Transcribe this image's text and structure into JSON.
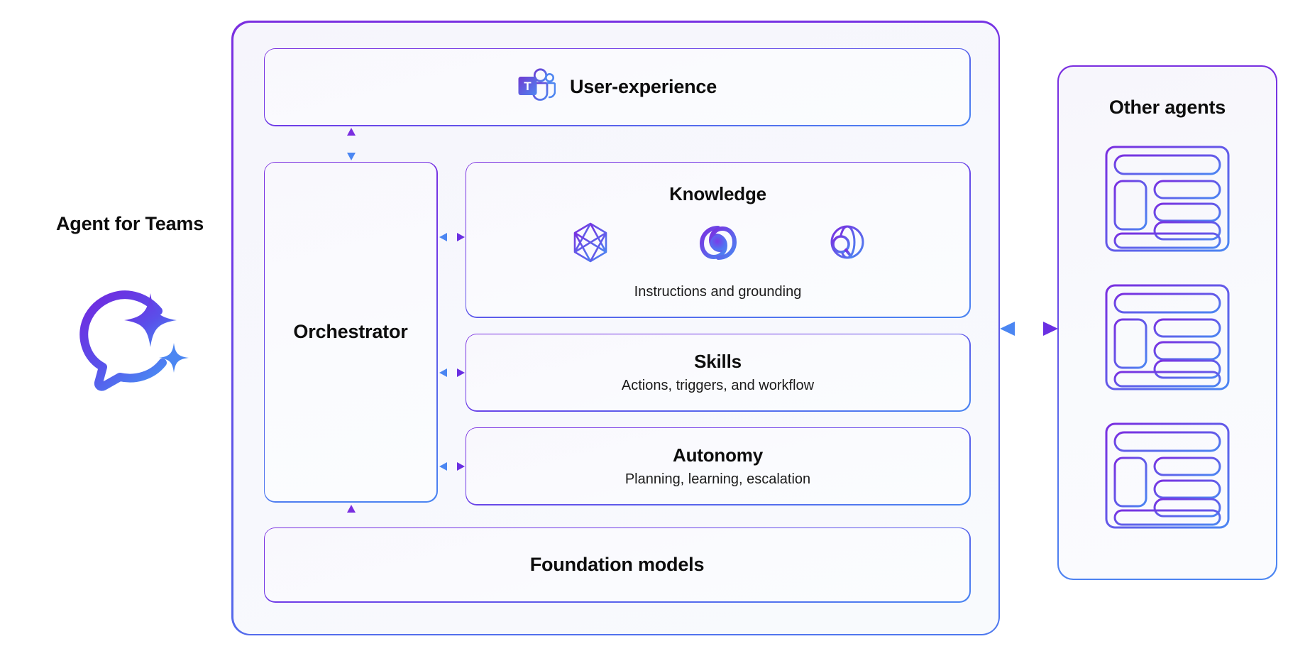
{
  "left": {
    "title": "Agent for Teams",
    "logo_icon": "copilot-agent-sparkle-icon"
  },
  "container": {
    "name": "agent-for-teams-architecture",
    "accent_purple": "#7a2ee0",
    "accent_blue": "#4b86f2",
    "background": "#f8f9fd"
  },
  "user_experience": {
    "title": "User-experience",
    "icon": "microsoft-teams-icon"
  },
  "orchestrator": {
    "title": "Orchestrator"
  },
  "knowledge": {
    "title": "Knowledge",
    "subtitle": "Instructions and grounding",
    "icons": [
      {
        "name": "knowledge-graph-polyhedron-icon"
      },
      {
        "name": "copilot-swirl-icon"
      },
      {
        "name": "web-search-globe-icon"
      }
    ]
  },
  "skills": {
    "title": "Skills",
    "subtitle": "Actions, triggers, and workflow"
  },
  "autonomy": {
    "title": "Autonomy",
    "subtitle": "Planning, learning, escalation"
  },
  "foundation": {
    "title": "Foundation models"
  },
  "other_agents": {
    "title": "Other agents",
    "cards": [
      {
        "name": "agent-card-1"
      },
      {
        "name": "agent-card-2"
      },
      {
        "name": "agent-card-3"
      }
    ]
  },
  "connectors": {
    "ux_to_orchestrator": "bidirectional-vertical-arrow",
    "orchestrator_to_foundation": "bidirectional-vertical-arrow",
    "orchestrator_to_knowledge": "bidirectional-horizontal-arrow",
    "orchestrator_to_skills": "bidirectional-horizontal-arrow",
    "orchestrator_to_autonomy": "bidirectional-horizontal-arrow",
    "agent_to_other_agents": "bidirectional-dashed-arrow"
  }
}
